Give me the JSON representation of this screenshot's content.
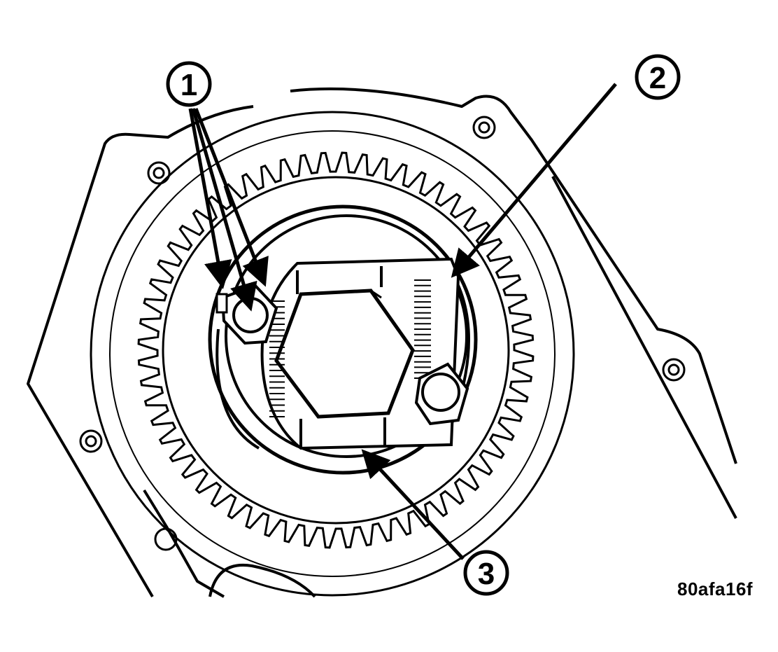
{
  "callouts": [
    {
      "id": "callout-1",
      "label": "1"
    },
    {
      "id": "callout-2",
      "label": "2"
    },
    {
      "id": "callout-3",
      "label": "3"
    }
  ],
  "figure_id": "80afa16f",
  "colors": {
    "ink": "#000000",
    "paper": "#ffffff"
  }
}
